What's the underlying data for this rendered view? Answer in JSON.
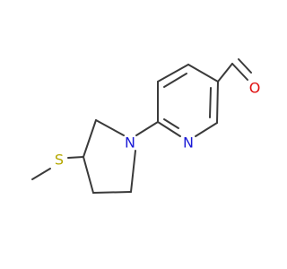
{
  "molecule": {
    "atoms": {
      "S": {
        "label": "S",
        "color": "#b5a800"
      },
      "N_pyrrolidine": {
        "label": "N",
        "color": "#1a1ad6"
      },
      "N_pyridine": {
        "label": "N",
        "color": "#1a1ad6"
      },
      "O": {
        "label": "O",
        "color": "#e01010"
      }
    }
  }
}
